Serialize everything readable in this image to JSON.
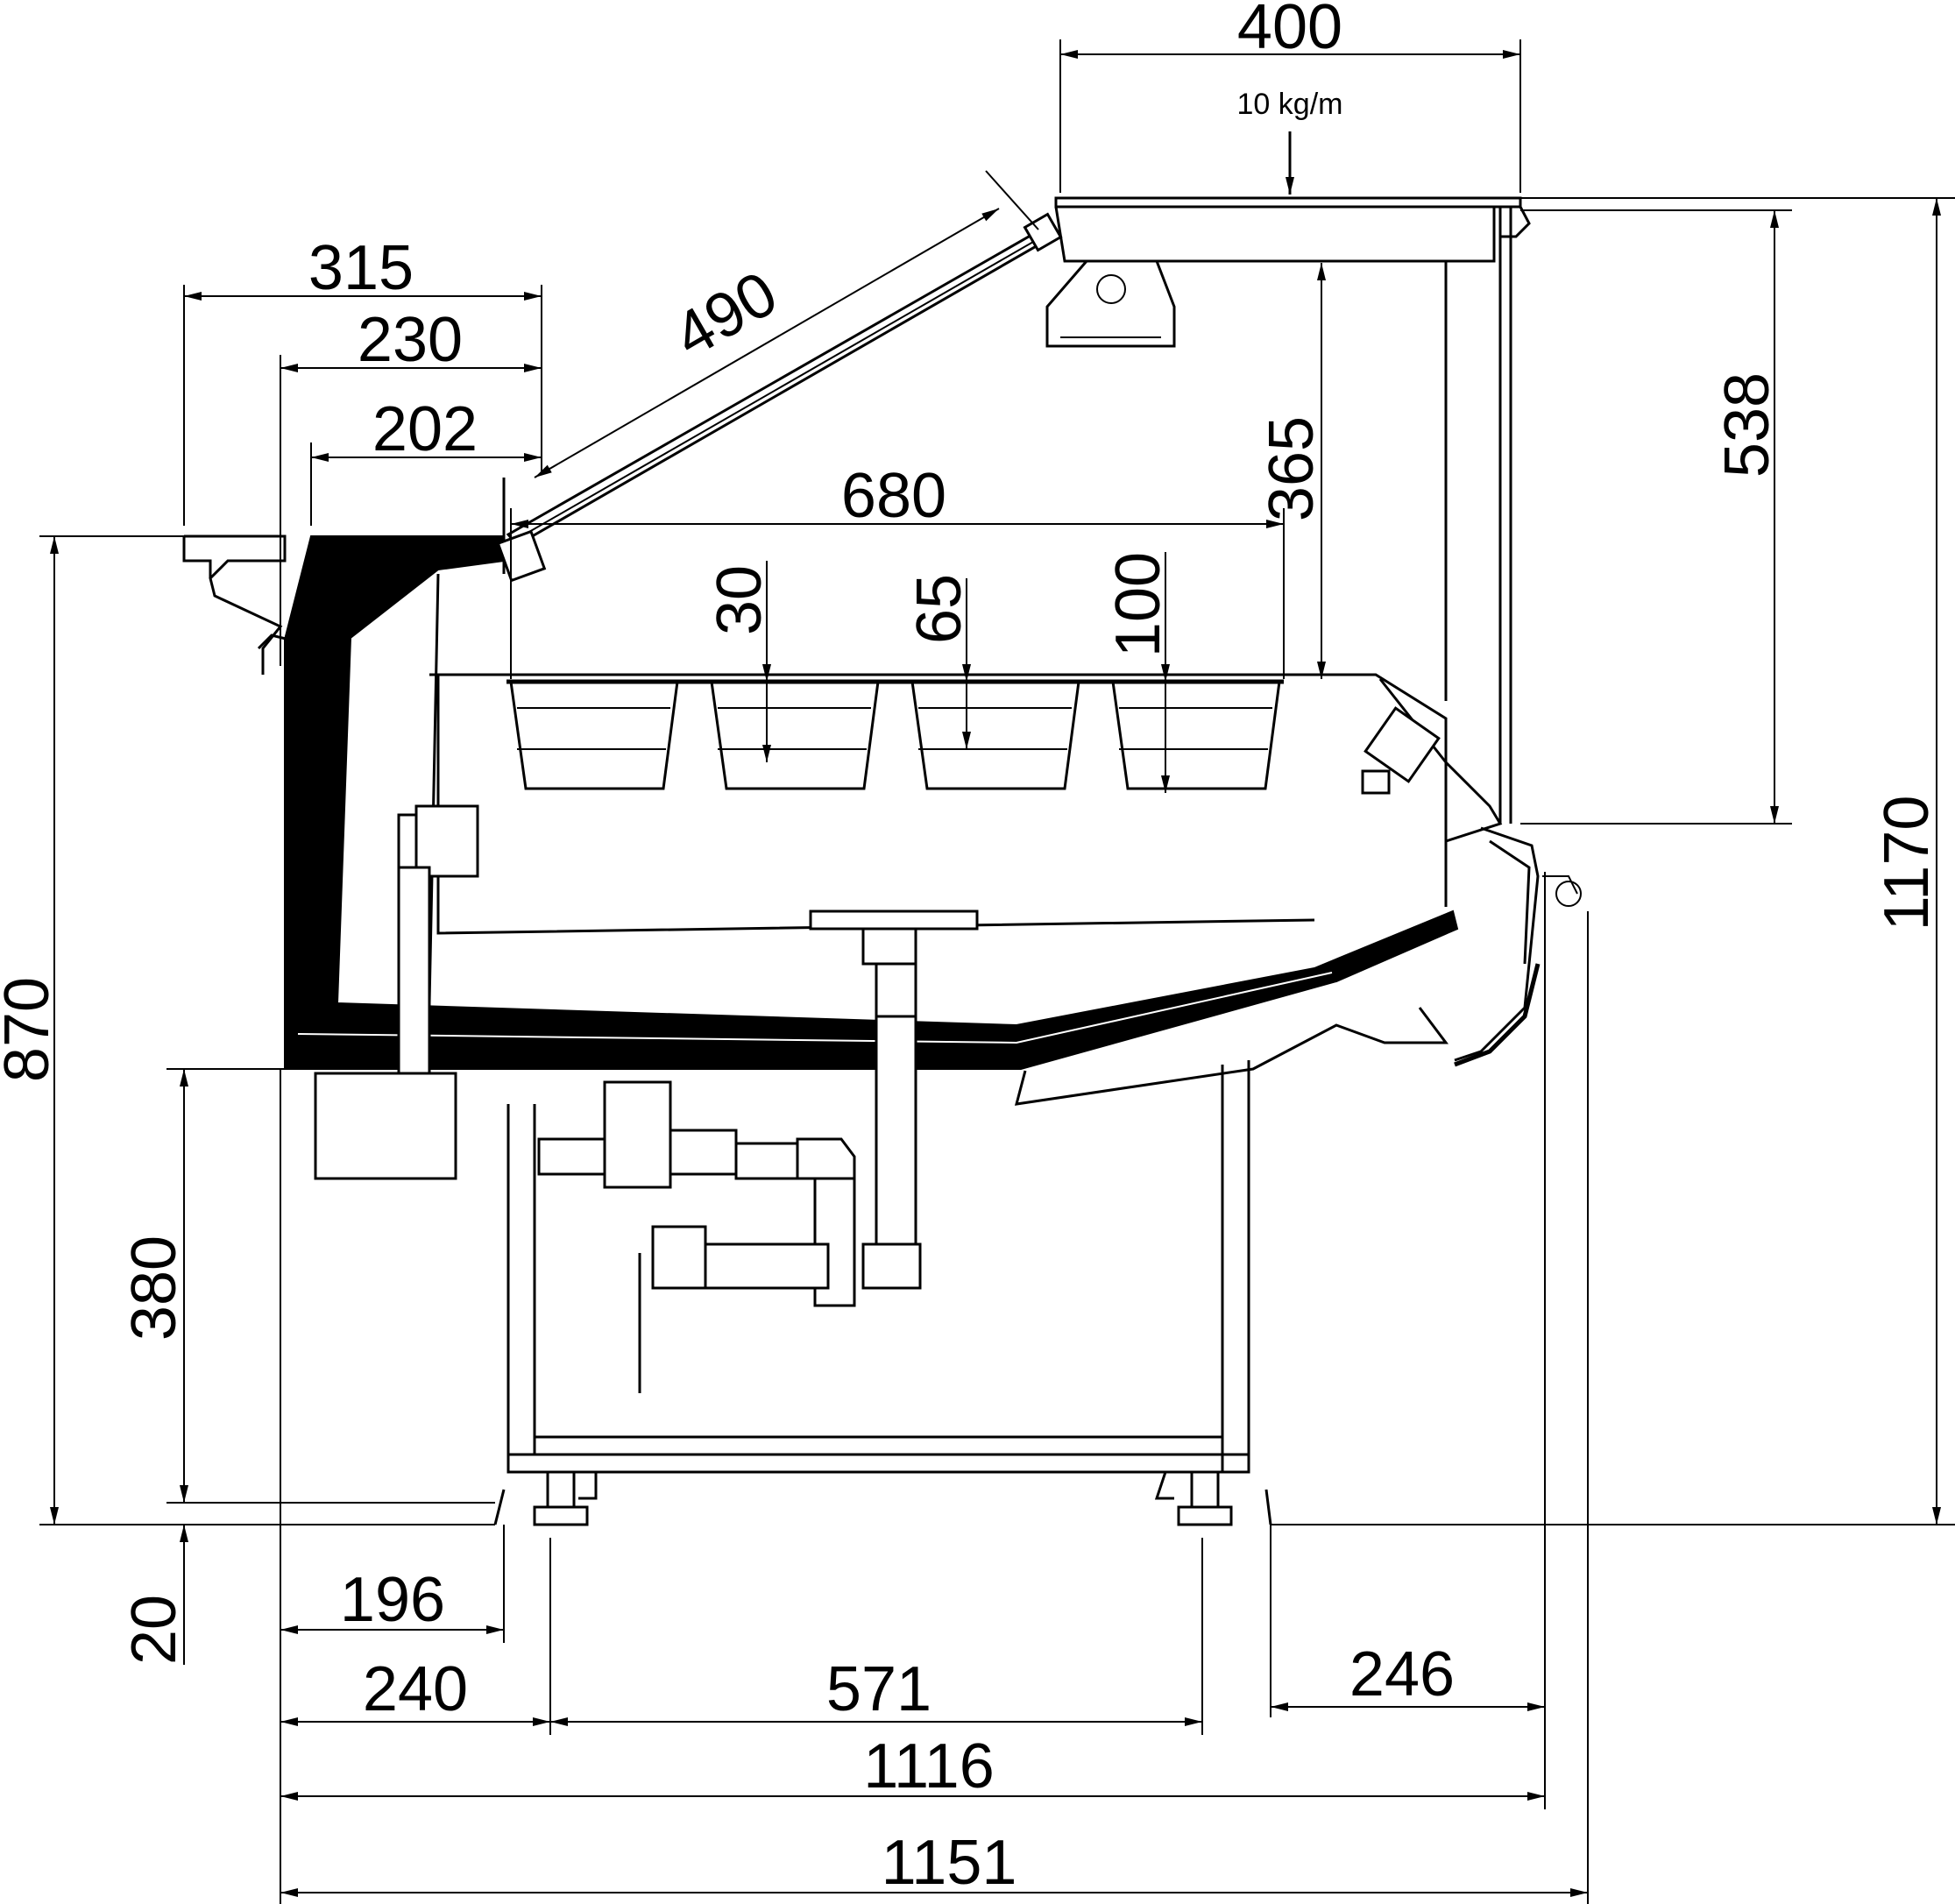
{
  "drawing": {
    "load_label": "10 kg/m",
    "dimensions": {
      "d400": "400",
      "d315": "315",
      "d230": "230",
      "d202": "202",
      "d490": "490",
      "d680": "680",
      "d365": "365",
      "d538": "538",
      "d30": "30",
      "d65": "65",
      "d100": "100",
      "d870": "870",
      "d1170": "1170",
      "d380": "380",
      "d20": "20",
      "d196": "196",
      "d240": "240",
      "d571": "571",
      "d246": "246",
      "d1116": "1116",
      "d1151": "1151"
    }
  }
}
